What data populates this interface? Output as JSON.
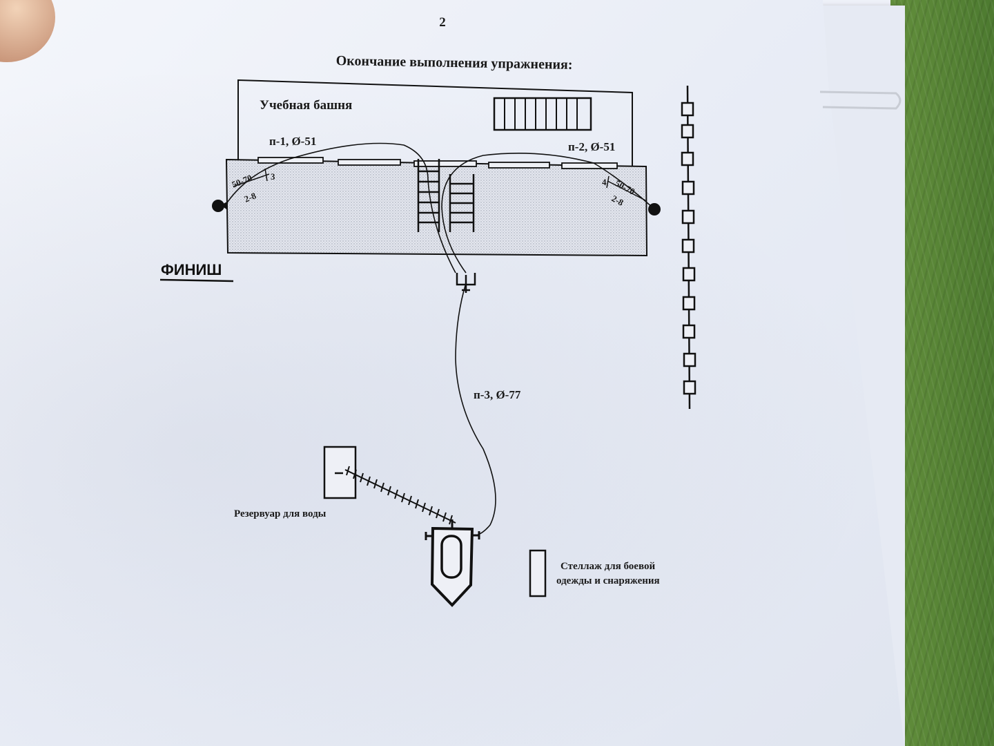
{
  "page_number": "2",
  "title": "Окончание выполнения упражнения:",
  "tower": {
    "label": "Учебная башня"
  },
  "hoses": {
    "line1": "п-1, Ø-51",
    "line2": "п-2, Ø-51",
    "line3": "п-3, Ø-77"
  },
  "dimensions": {
    "left_top": "50-70",
    "left_bottom": "2-8",
    "left_index": "3",
    "right_top": "50-70",
    "right_bottom": "2-8",
    "right_index": "4"
  },
  "finish_label": "ФИНИШ",
  "water_tank_label": "Резервуар для воды",
  "rack_label_line1": "Стеллаж для боевой",
  "rack_label_line2": "одежды и снаряжения"
}
